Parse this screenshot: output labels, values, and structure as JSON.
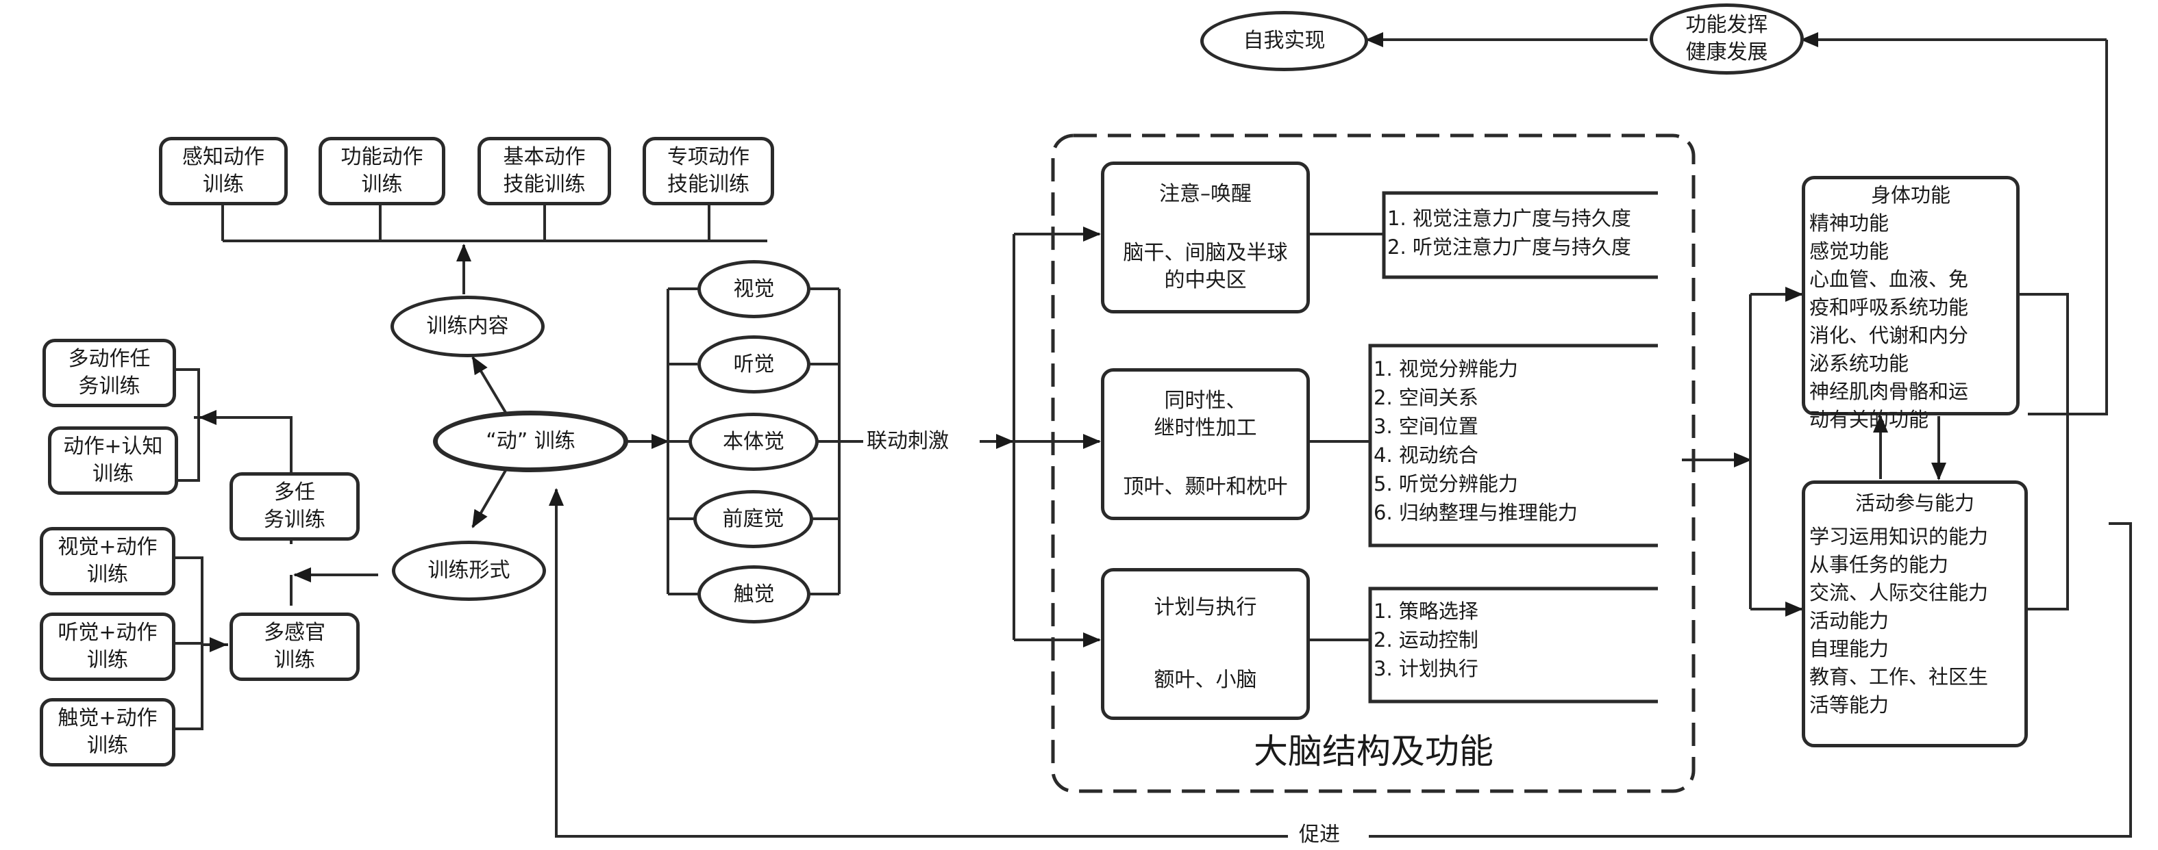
{
  "goal": {
    "self_actualization": "自我实现",
    "function_line1": "功能发挥",
    "function_line2": "健康发展"
  },
  "content": {
    "items": [
      {
        "line1": "感知动作",
        "line2": "训练"
      },
      {
        "line1": "功能动作",
        "line2": "训练"
      },
      {
        "line1": "基本动作",
        "line2": "技能训练"
      },
      {
        "line1": "专项动作",
        "line2": "技能训练"
      }
    ],
    "label": "训练内容"
  },
  "center": {
    "main": "“动” 训练",
    "form": "训练形式"
  },
  "multitask": {
    "group": {
      "line1": "多任",
      "line2": "务训练"
    },
    "items": [
      {
        "line1": "多动作任",
        "line2": "务训练"
      },
      {
        "line1": "动作+认知",
        "line2": "训练"
      }
    ]
  },
  "multisensory": {
    "group": {
      "line1": "多感官",
      "line2": "训练"
    },
    "items": [
      {
        "line1": "视觉+动作",
        "line2": "训练"
      },
      {
        "line1": "听觉+动作",
        "line2": "训练"
      },
      {
        "line1": "触觉+动作",
        "line2": "训练"
      }
    ]
  },
  "senses": [
    "视觉",
    "听觉",
    "本体觉",
    "前庭觉",
    "触觉"
  ],
  "linked_stimulation": "联动刺激",
  "brain": {
    "title": "大脑结构及功能",
    "regions": [
      {
        "function": "注意–唤醒",
        "area_line1": "脑干、间脑及半球",
        "area_line2": "的中央区"
      },
      {
        "function_line1": "同时性、",
        "function_line2": "继时性加工",
        "area": "顶叶、颞叶和枕叶"
      },
      {
        "function": "计划与执行",
        "area": "额叶、小脑"
      }
    ],
    "abilities": [
      [
        "1. 视觉注意力广度与持久度",
        "2. 听觉注意力广度与持久度"
      ],
      [
        "1. 视觉分辨能力",
        "2. 空间关系",
        "3. 空间位置",
        "4. 视动统合",
        "5. 听觉分辨能力",
        "6. 归纳整理与推理能力"
      ],
      [
        "1. 策略选择",
        "2. 运动控制",
        "3. 计划执行"
      ]
    ]
  },
  "body_function": {
    "title": "身体功能",
    "lines": [
      "精神功能",
      "感觉功能",
      "心血管、血液、免",
      "疫和呼吸系统功能",
      "消化、代谢和内分",
      "泌系统功能",
      "神经肌肉骨骼和运",
      "动有关的功能"
    ]
  },
  "activity": {
    "title": "活动参与能力",
    "lines": [
      "学习运用知识的能力",
      "从事任务的能力",
      "交流、人际交往能力",
      "活动能力",
      "自理能力",
      "教育、工作、社区生",
      "活等能力"
    ]
  },
  "promote": "促进"
}
